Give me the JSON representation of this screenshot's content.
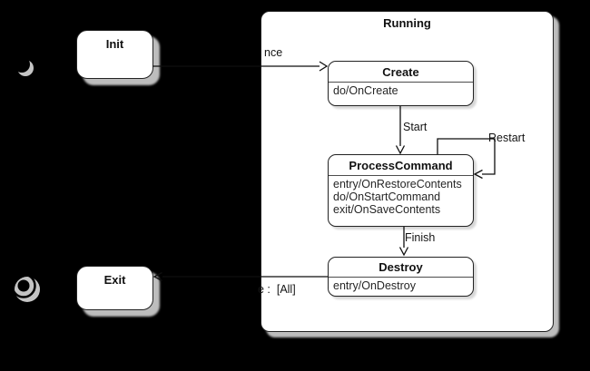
{
  "colors": {
    "background": "#000000",
    "node_fill": "#ffffff",
    "node_border": "#222222",
    "shadow": "#c4c4c4",
    "text": "#111111"
  },
  "states": {
    "init": {
      "label": "Init"
    },
    "exit": {
      "label": "Exit"
    },
    "running": {
      "label": "Running",
      "children": {
        "create": {
          "label": "Create",
          "actions": [
            "do/OnCreate"
          ]
        },
        "process_command": {
          "label": "ProcessCommand",
          "actions": [
            "entry/OnRestoreContents",
            "do/OnStartCommand",
            "exit/OnSaveContents"
          ]
        },
        "destroy": {
          "label": "Destroy",
          "actions": [
            "entry/OnDestroy"
          ]
        }
      }
    }
  },
  "transitions": {
    "init_to_create": {
      "label": "nce"
    },
    "create_to_process": {
      "label": "Start"
    },
    "process_self": {
      "label": "Restart"
    },
    "process_to_destroy": {
      "label": "Finish"
    },
    "destroy_to_exit": {
      "label": "e :  [All]"
    }
  },
  "pseudostates": {
    "initial": "initial-state-icon",
    "final": "final-state-icon"
  }
}
